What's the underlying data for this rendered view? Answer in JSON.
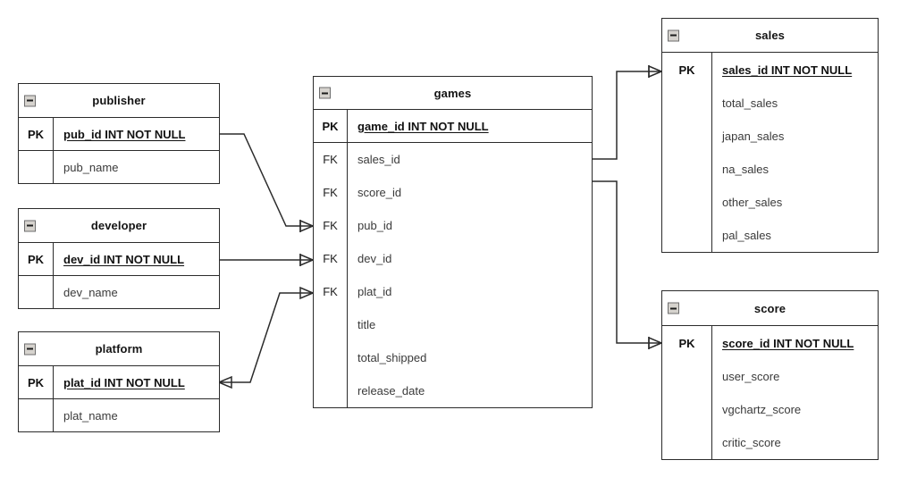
{
  "diagram": {
    "type": "entity-relationship-diagram",
    "notation": "crow's foot",
    "background": "#ffffff",
    "line_color": "#2b2b2b",
    "collapse_icon": "minus-box-icon"
  },
  "entities": {
    "publisher": {
      "name": "publisher",
      "rows": [
        {
          "key": "PK",
          "attr": "pub_id INT NOT NULL",
          "is_pk": true
        },
        {
          "key": "",
          "attr": "pub_name",
          "is_pk": false
        }
      ]
    },
    "developer": {
      "name": "developer",
      "rows": [
        {
          "key": "PK",
          "attr": "dev_id INT NOT NULL",
          "is_pk": true
        },
        {
          "key": "",
          "attr": "dev_name",
          "is_pk": false
        }
      ]
    },
    "platform": {
      "name": "platform",
      "rows": [
        {
          "key": "PK",
          "attr": "plat_id INT NOT NULL",
          "is_pk": true
        },
        {
          "key": "",
          "attr": "plat_name",
          "is_pk": false
        }
      ]
    },
    "games": {
      "name": "games",
      "rows": [
        {
          "key": "PK",
          "attr": "game_id INT NOT NULL",
          "is_pk": true
        },
        {
          "key": "FK",
          "attr": "sales_id",
          "is_pk": false
        },
        {
          "key": "FK",
          "attr": "score_id",
          "is_pk": false
        },
        {
          "key": "FK",
          "attr": "pub_id",
          "is_pk": false
        },
        {
          "key": "FK",
          "attr": "dev_id",
          "is_pk": false
        },
        {
          "key": "FK",
          "attr": "plat_id",
          "is_pk": false
        },
        {
          "key": "",
          "attr": "title",
          "is_pk": false
        },
        {
          "key": "",
          "attr": "total_shipped",
          "is_pk": false
        },
        {
          "key": "",
          "attr": "release_date",
          "is_pk": false
        }
      ]
    },
    "sales": {
      "name": "sales",
      "rows": [
        {
          "key": "PK",
          "attr": "sales_id INT NOT NULL",
          "is_pk": true
        },
        {
          "key": "",
          "attr": "total_sales",
          "is_pk": false
        },
        {
          "key": "",
          "attr": "japan_sales",
          "is_pk": false
        },
        {
          "key": "",
          "attr": "na_sales",
          "is_pk": false
        },
        {
          "key": "",
          "attr": "other_sales",
          "is_pk": false
        },
        {
          "key": "",
          "attr": "pal_sales",
          "is_pk": false
        }
      ]
    },
    "score": {
      "name": "score",
      "rows": [
        {
          "key": "PK",
          "attr": "score_id INT NOT NULL",
          "is_pk": true
        },
        {
          "key": "",
          "attr": "user_score",
          "is_pk": false
        },
        {
          "key": "",
          "attr": "vgchartz_score",
          "is_pk": false
        },
        {
          "key": "",
          "attr": "critic_score",
          "is_pk": false
        }
      ]
    }
  },
  "relationships": [
    {
      "name": "publisher-to-games",
      "from": "publisher.pub_id",
      "to": "games.pub_id"
    },
    {
      "name": "developer-to-games",
      "from": "developer.dev_id",
      "to": "games.dev_id"
    },
    {
      "name": "platform-to-games",
      "from": "platform.plat_id",
      "to": "games.plat_id"
    },
    {
      "name": "games-to-sales",
      "from": "games.sales_id",
      "to": "sales.sales_id"
    },
    {
      "name": "games-to-score",
      "from": "games.score_id",
      "to": "score.score_id"
    }
  ]
}
